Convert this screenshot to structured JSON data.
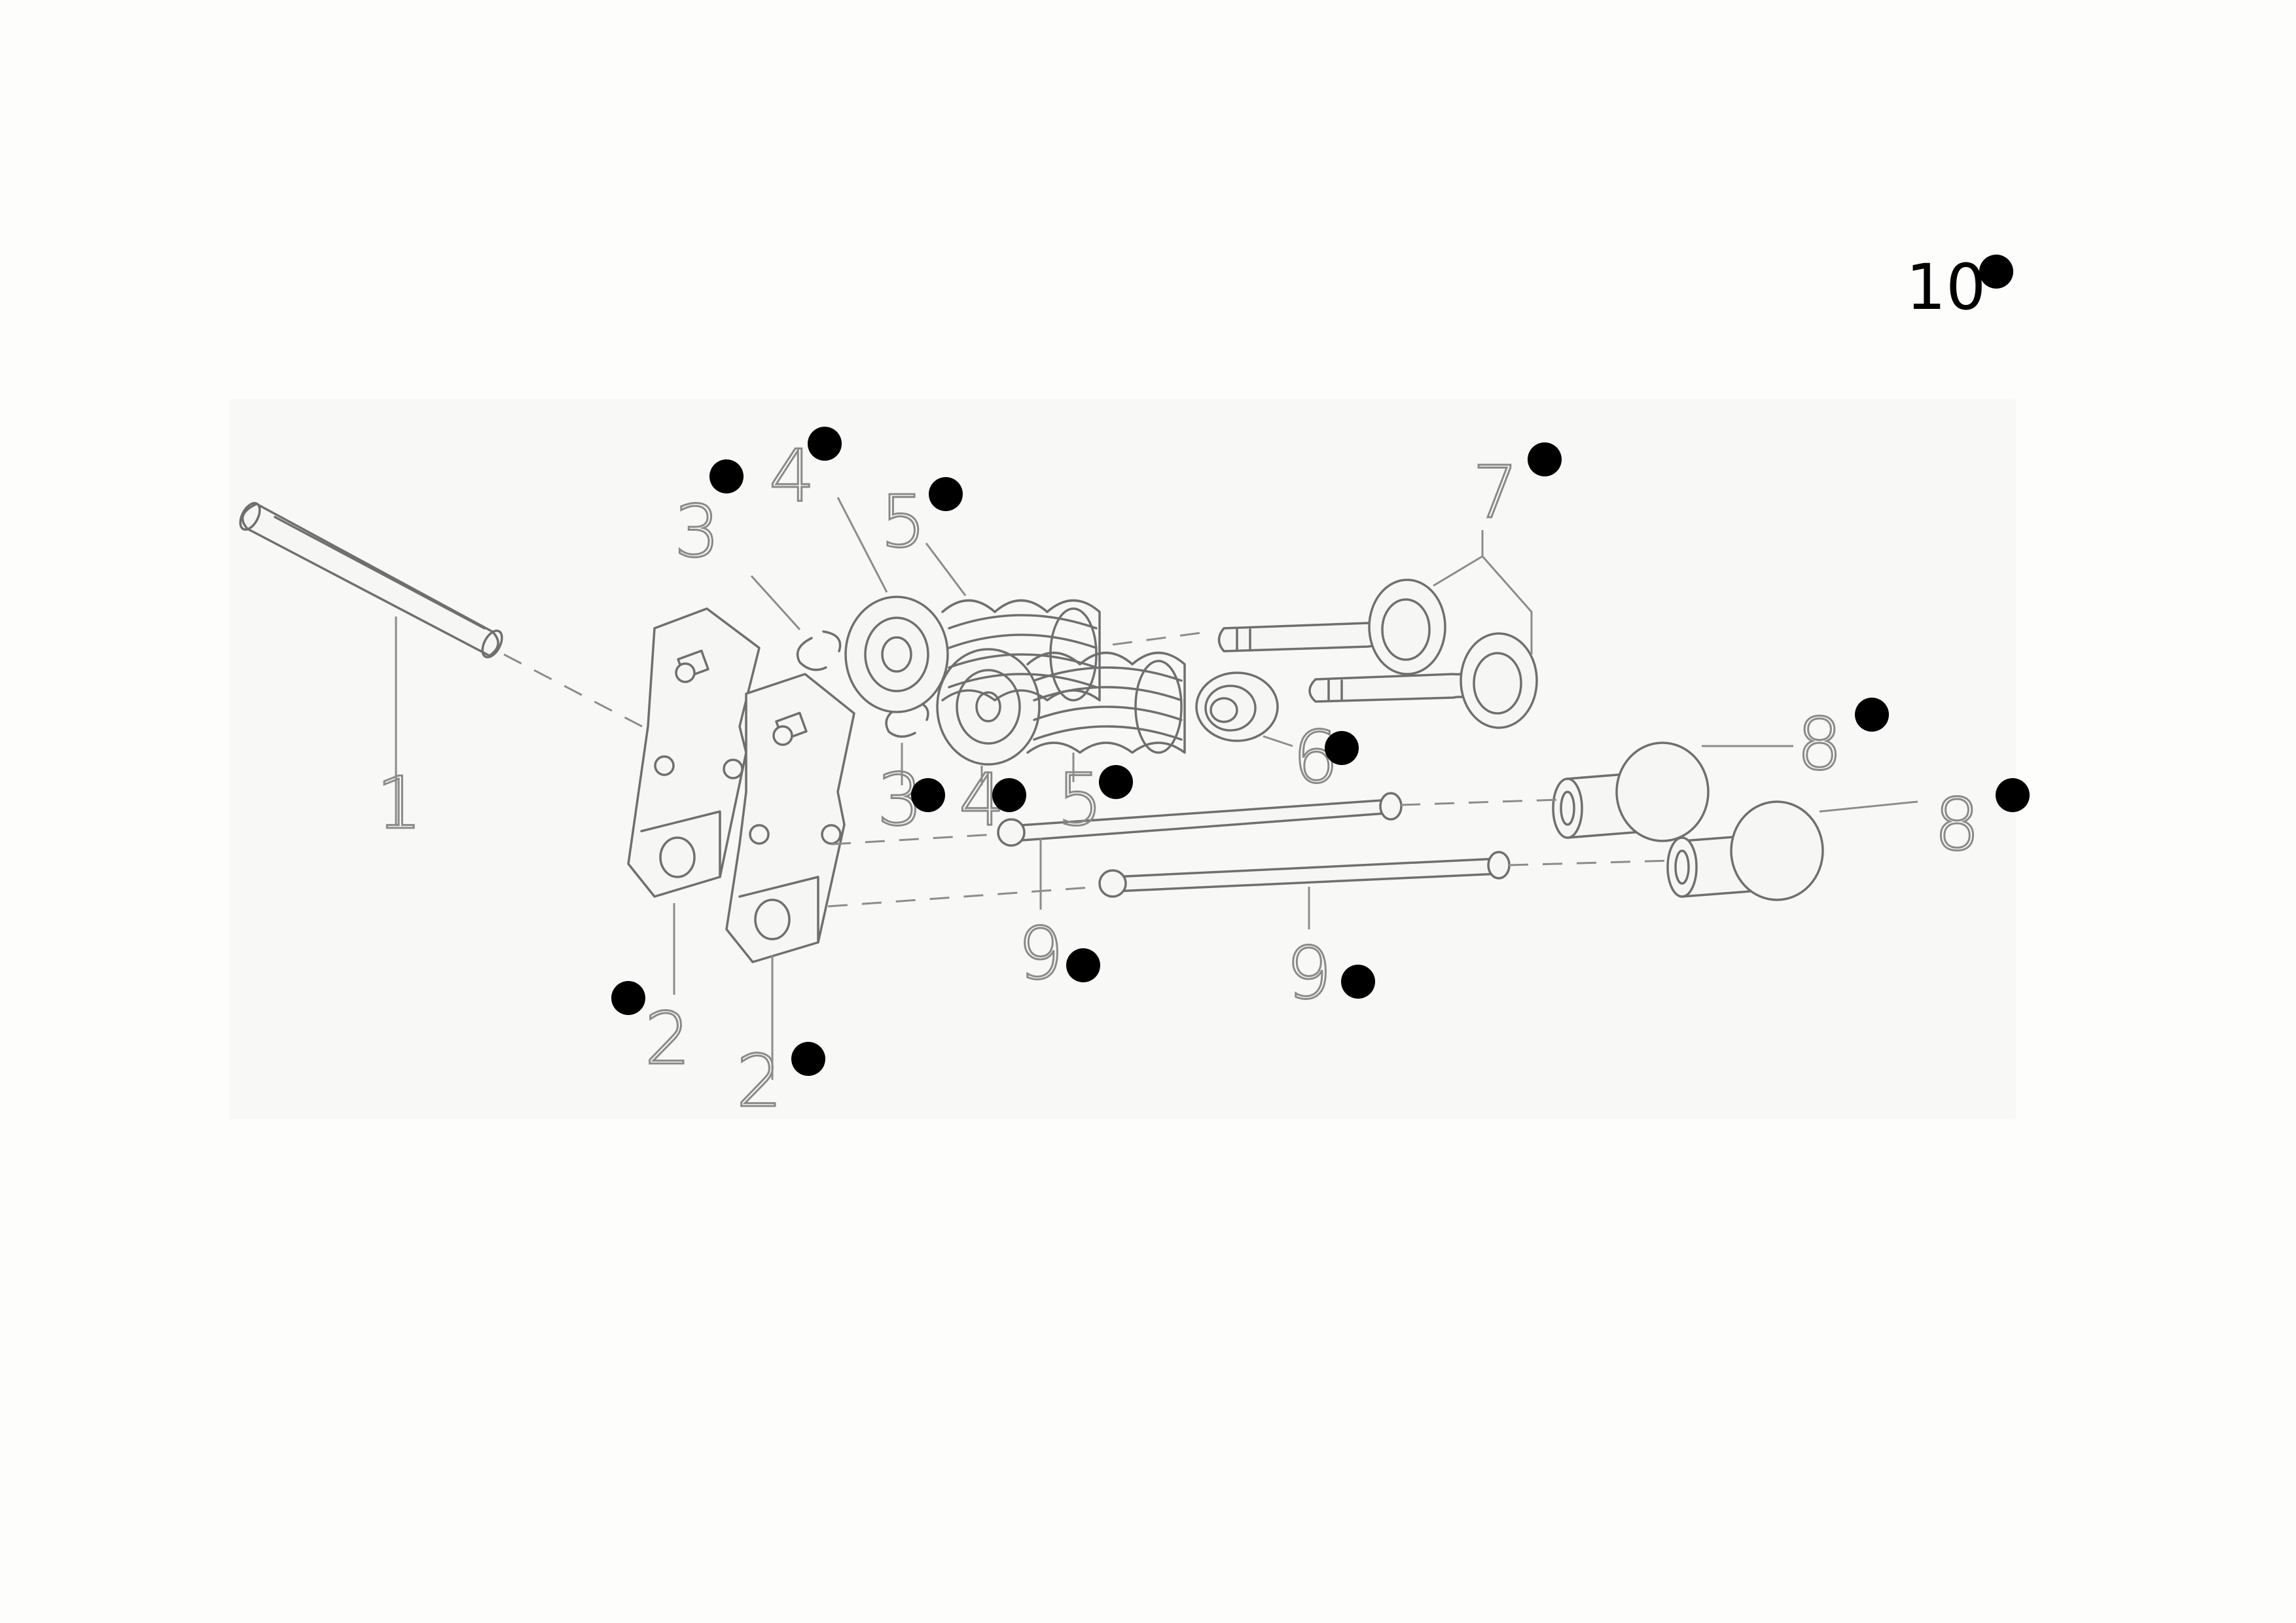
{
  "figure": {
    "corner_label": "10",
    "parts": [
      {
        "id": "part-1-label",
        "text": "1"
      },
      {
        "id": "part-2a-label",
        "text": "2"
      },
      {
        "id": "part-2b-label",
        "text": "2"
      },
      {
        "id": "part-3a-label",
        "text": "3"
      },
      {
        "id": "part-3b-label",
        "text": "3"
      },
      {
        "id": "part-4a-label",
        "text": "4"
      },
      {
        "id": "part-4b-label",
        "text": "4"
      },
      {
        "id": "part-5a-label",
        "text": "5"
      },
      {
        "id": "part-5b-label",
        "text": "5"
      },
      {
        "id": "part-6-label",
        "text": "6"
      },
      {
        "id": "part-7-label",
        "text": "7"
      },
      {
        "id": "part-8a-label",
        "text": "8"
      },
      {
        "id": "part-8b-label",
        "text": "8"
      },
      {
        "id": "part-9a-label",
        "text": "9"
      },
      {
        "id": "part-9b-label",
        "text": "9"
      }
    ]
  }
}
